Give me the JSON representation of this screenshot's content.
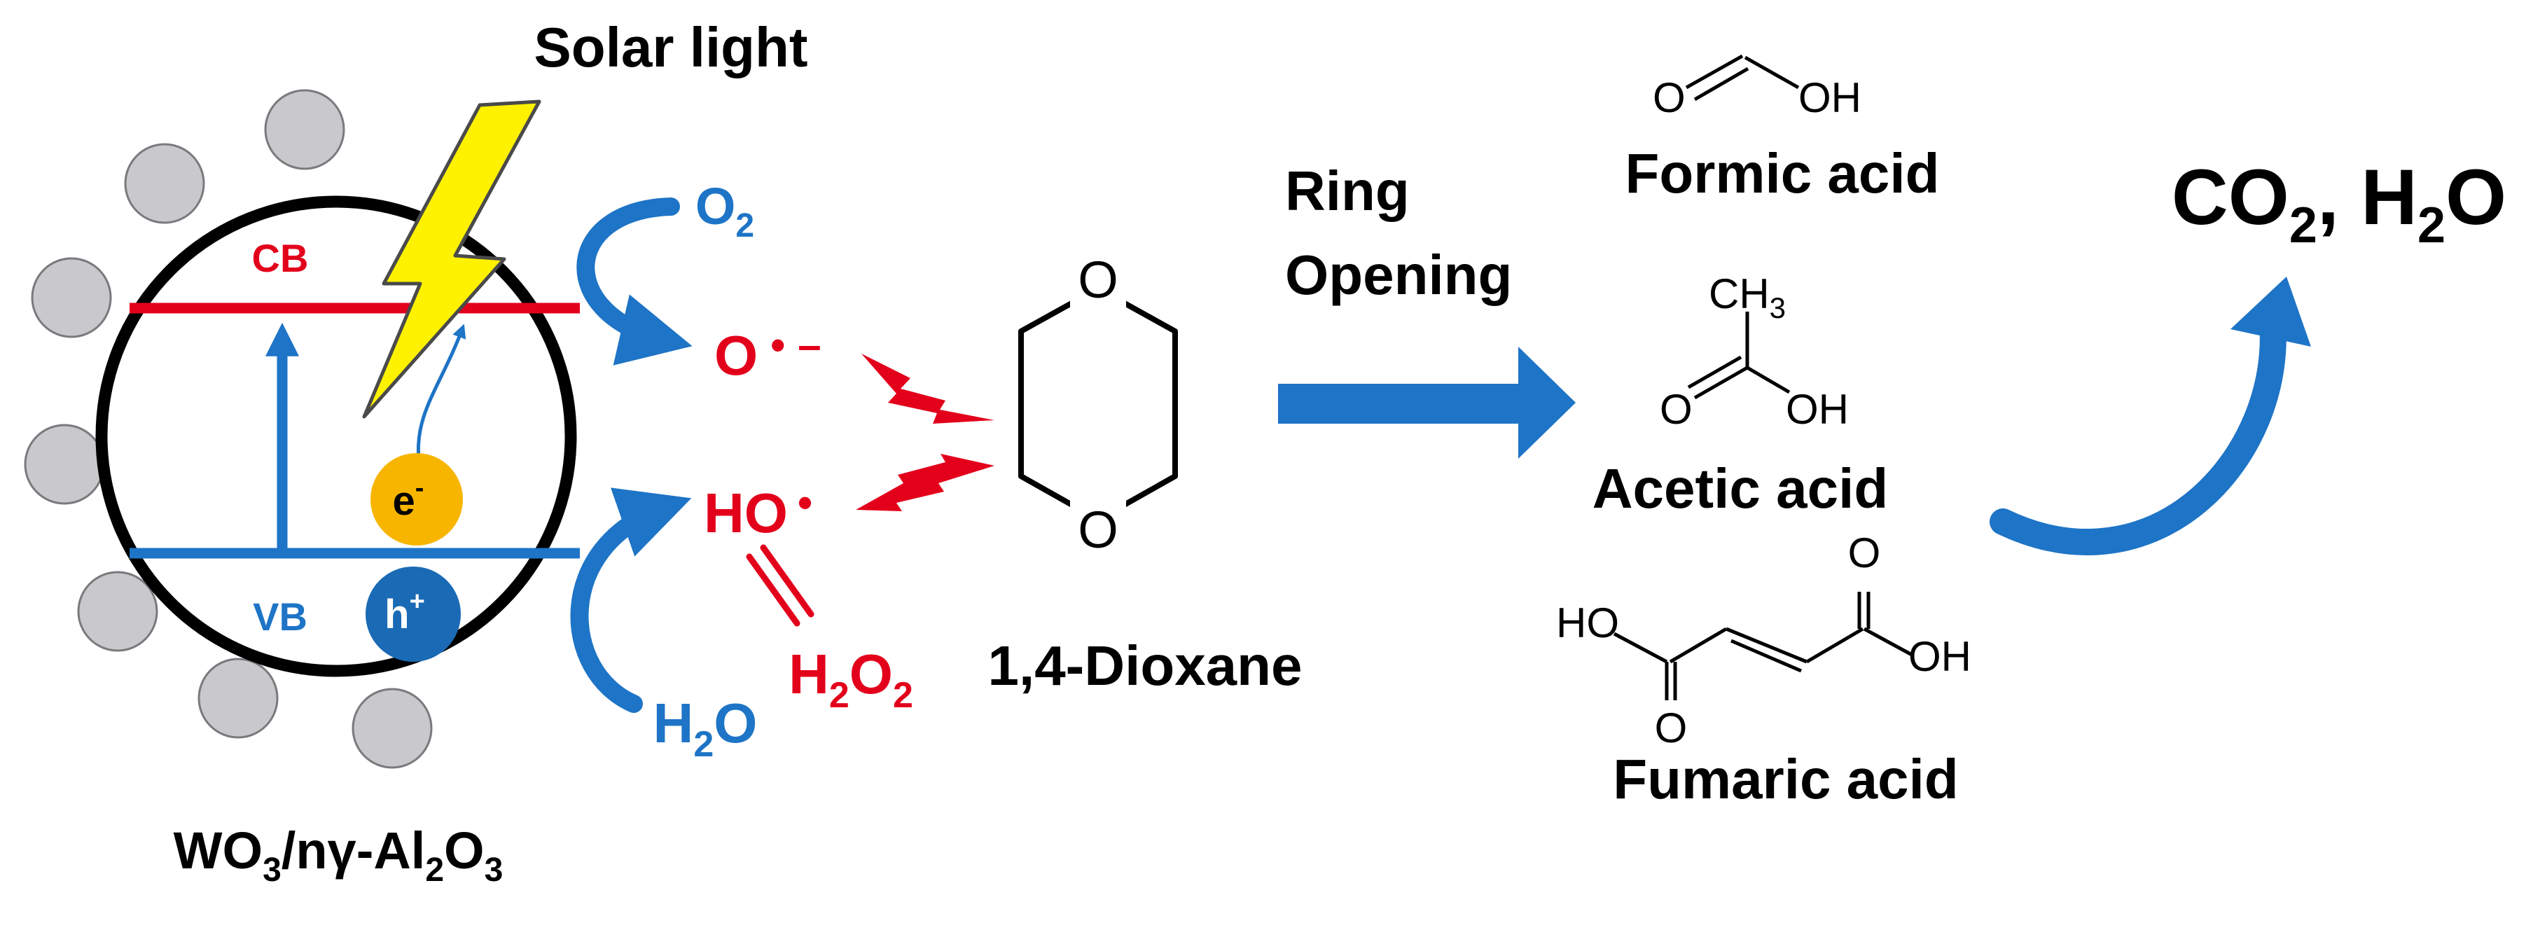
{
  "colors": {
    "black": "#000000",
    "blue": "#1E74C6",
    "dark_blue": "#1A6AB5",
    "red": "#E3001B",
    "yellow": "#FFF200",
    "orange": "#F7B500",
    "gray_particle": "#C9C9CC"
  },
  "catalyst": {
    "name_main": "WO",
    "name_sub1": "3",
    "name_mid": "/nγ-Al",
    "name_sub2": "2",
    "name_o": "O",
    "name_sub3": "3",
    "cb": "CB",
    "vb": "VB",
    "electron": "e",
    "electron_sup": "-",
    "hole": "h",
    "hole_sup": "+"
  },
  "light": {
    "label": "Solar light"
  },
  "species": {
    "o2_main": "O",
    "o2_sub": "2",
    "superoxide_main": "O",
    "superoxide_dot": "•",
    "superoxide_charge": "–",
    "hydroxyl_main": "HO",
    "hydroxyl_dot": "•",
    "h2o2_h": "H",
    "h2o2_sub1": "2",
    "h2o2_o": "O",
    "h2o2_sub2": "2",
    "h2o_h": "H",
    "h2o_sub": "2",
    "h2o_o": "O"
  },
  "dioxane": {
    "name": "1,4-Dioxane",
    "atom_top": "O",
    "atom_bottom": "O"
  },
  "step": {
    "line1": "Ring",
    "line2": "Opening"
  },
  "intermediates": {
    "formic": {
      "name": "Formic acid",
      "o": "O",
      "oh": "OH"
    },
    "acetic": {
      "name": "Acetic acid",
      "ch3_main": "CH",
      "ch3_sub": "3",
      "o": "O",
      "oh": "OH"
    },
    "fumaric": {
      "name": "Fumaric acid",
      "ho": "HO",
      "oh": "OH",
      "o_top": "O",
      "o_bottom": "O"
    }
  },
  "final_products": {
    "co2_main": "CO",
    "co2_sub": "2",
    "sep": ", ",
    "h2o_h": "H",
    "h2o_sub": "2",
    "h2o_o": "O"
  }
}
